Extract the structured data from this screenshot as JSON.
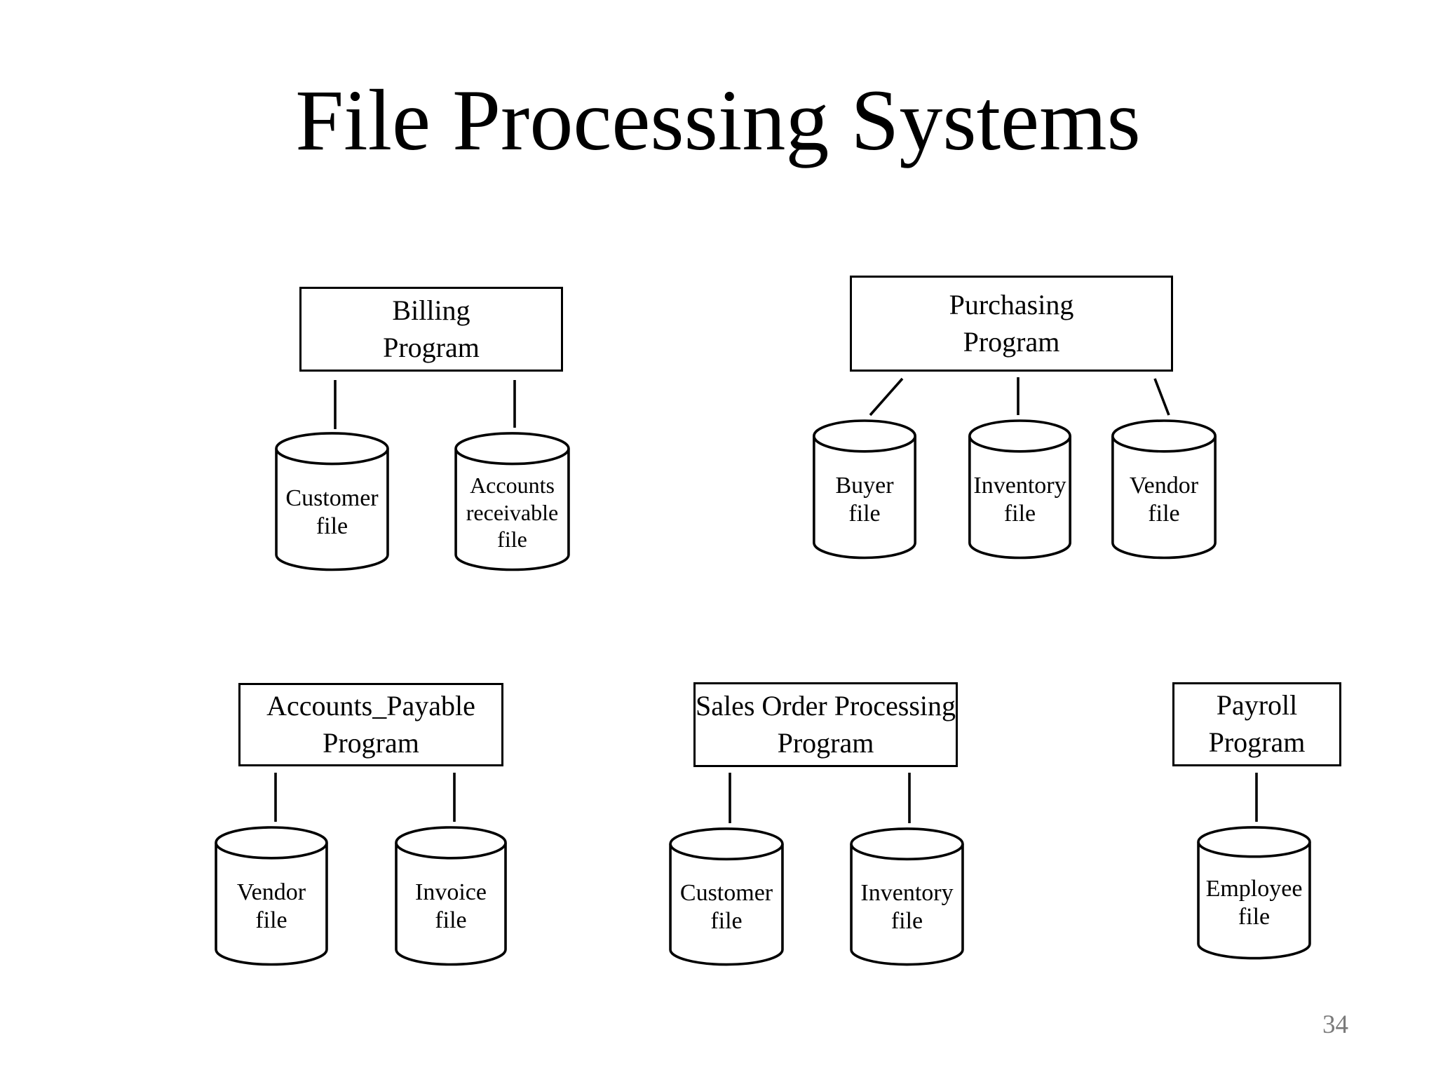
{
  "slide": {
    "title": "File Processing Systems",
    "page_number": "34",
    "colors": {
      "ink": "#000000",
      "page_number": "#7a7a7a",
      "background": "#ffffff"
    }
  },
  "programs": [
    {
      "name": "billing-program",
      "label": [
        "Billing",
        "Program"
      ]
    },
    {
      "name": "purchasing-program",
      "label": [
        "Purchasing",
        "Program"
      ]
    },
    {
      "name": "accounts-payable-program",
      "label": [
        "Accounts_Payable",
        "Program"
      ]
    },
    {
      "name": "sales-order-processing-program",
      "label": [
        "Sales Order Processing",
        "Program"
      ]
    },
    {
      "name": "payroll-program",
      "label": [
        "Payroll",
        "Program"
      ]
    }
  ],
  "files": [
    {
      "name": "customer-file-billing",
      "label": [
        "Customer",
        "file"
      ]
    },
    {
      "name": "accounts-receivable-file-billing",
      "label": [
        "Accounts",
        "receivable",
        "file"
      ]
    },
    {
      "name": "buyer-file-purchasing",
      "label": [
        "Buyer",
        "file"
      ]
    },
    {
      "name": "inventory-file-purchasing",
      "label": [
        "Inventory",
        "file"
      ]
    },
    {
      "name": "vendor-file-purchasing",
      "label": [
        "Vendor",
        "file"
      ]
    },
    {
      "name": "vendor-file-accounts-payable",
      "label": [
        "Vendor",
        "file"
      ]
    },
    {
      "name": "invoice-file-accounts-payable",
      "label": [
        "Invoice",
        "file"
      ]
    },
    {
      "name": "customer-file-sales-order",
      "label": [
        "Customer",
        "file"
      ]
    },
    {
      "name": "inventory-file-sales-order",
      "label": [
        "Inventory",
        "file"
      ]
    },
    {
      "name": "employee-file-payroll",
      "label": [
        "Employee",
        "file"
      ]
    }
  ]
}
